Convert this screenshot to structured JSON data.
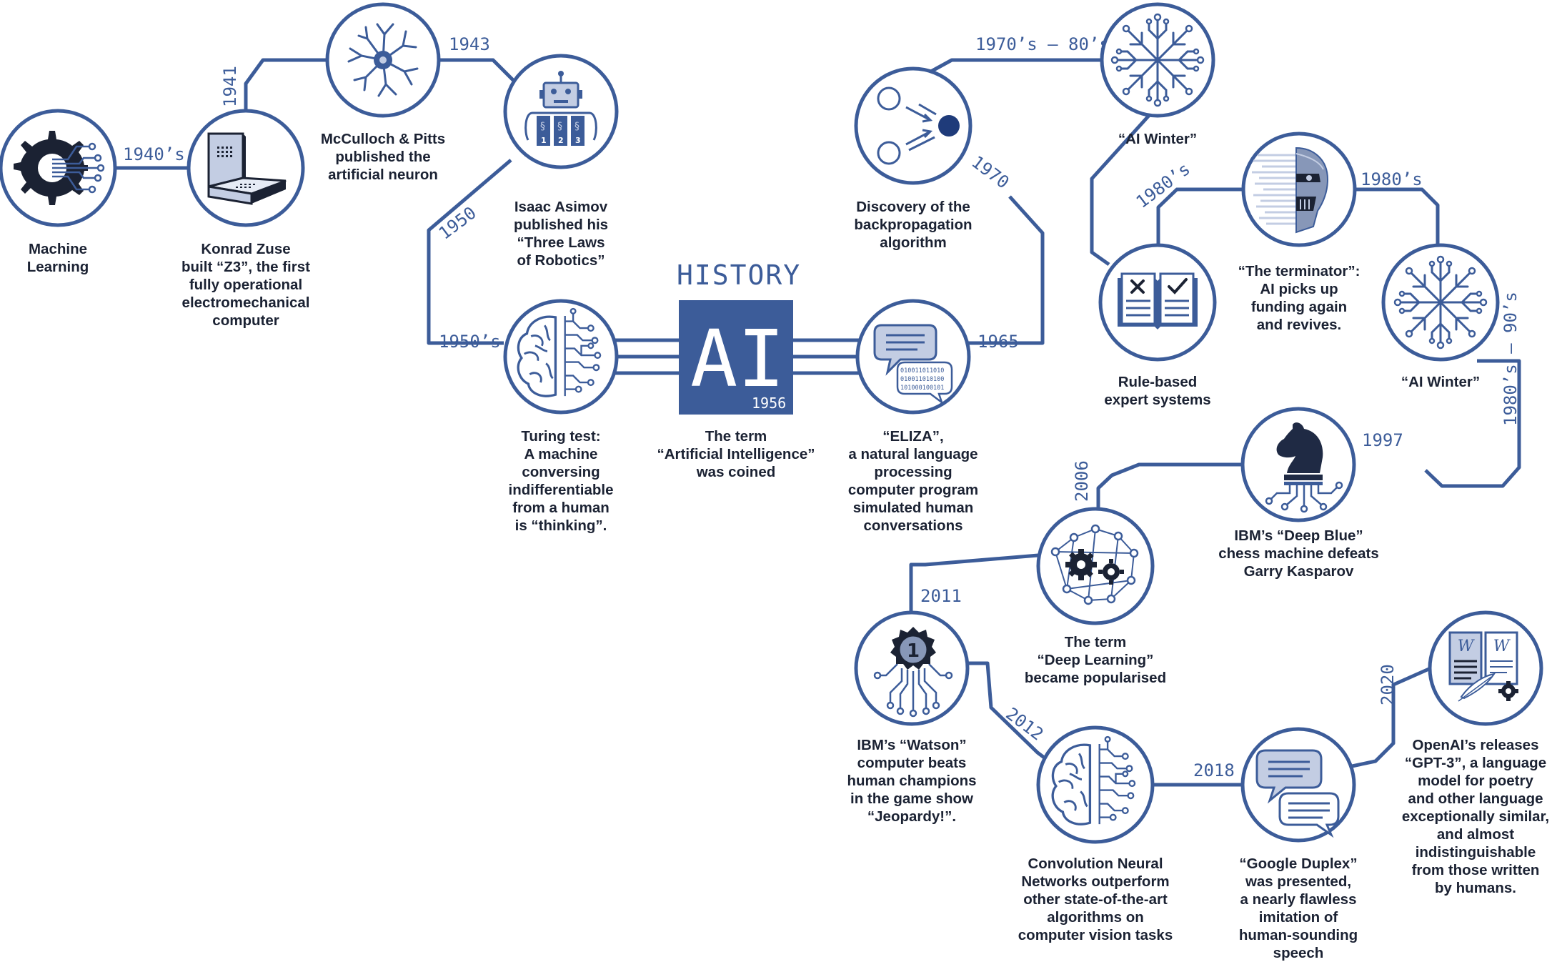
{
  "title": "HISTORY",
  "center": {
    "label": "AI",
    "year": "1956",
    "caption": "The term\n“Artificial Intelligence”\nwas coined"
  },
  "years": {
    "y1940s": "1940’s",
    "y1941": "1941",
    "y1943": "1943",
    "y1950": "1950",
    "y1950s": "1950’s",
    "y1965": "1965",
    "y1970": "1970",
    "y1970s80s": "1970’s – 80’s",
    "y1980s_a": "1980’s",
    "y1980s_b": "1980’s",
    "y1980s90s": "1980’s – 90’s",
    "y1997": "1997",
    "y2006": "2006",
    "y2011": "2011",
    "y2012": "2012",
    "y2018": "2018",
    "y2020": "2020"
  },
  "nodes": {
    "ml": {
      "icon": "gear-circuit-icon",
      "caption": "Machine\nLearning"
    },
    "zuse": {
      "icon": "computer-terminal-icon",
      "caption": "Konrad Zuse\nbuilt “Z3”, the first\nfully operational\nelectromechanical\ncomputer"
    },
    "neuron": {
      "icon": "neuron-icon",
      "caption": "McCulloch & Pitts\npublished the\nartificial neuron"
    },
    "asimov": {
      "icon": "robot-icon",
      "caption": "Isaac Asimov\npublished his\n“Three Laws\nof Robotics”",
      "laws": [
        "1",
        "2",
        "3"
      ]
    },
    "turing": {
      "icon": "brain-circuit-icon",
      "caption": "Turing test:\nA machine\nconversing\nindifferentiable\nfrom a human\nis “thinking”."
    },
    "eliza": {
      "icon": "chat-binary-icon",
      "caption": "“ELIZA”,\na natural language\nprocessing\ncomputer program\nsimulated human\nconversations",
      "binary": [
        "010011011010",
        "010011010100",
        "101000100101"
      ]
    },
    "backprop": {
      "icon": "backpropagation-icon",
      "caption": "Discovery of the\nbackpropagation\nalgorithm"
    },
    "winter1": {
      "icon": "snowflake-circuit-icon",
      "caption": "“AI Winter”"
    },
    "expert": {
      "icon": "book-checkmark-icon",
      "caption": "Rule-based\nexpert systems"
    },
    "terminator": {
      "icon": "terminator-face-icon",
      "caption": "“The terminator”:\nAI picks up\nfunding again\nand revives."
    },
    "winter2": {
      "icon": "snowflake-circuit-icon",
      "caption": "“AI Winter”"
    },
    "deepblue": {
      "icon": "chess-knight-icon",
      "caption": "IBM’s “Deep Blue”\nchess machine defeats\nGarry Kasparov"
    },
    "deeplearning": {
      "icon": "gears-network-icon",
      "caption": "The term\n“Deep Learning”\nbecame popularised"
    },
    "watson": {
      "icon": "medal-circuit-icon",
      "caption": "IBM’s “Watson”\ncomputer beats\nhuman champions\nin the game show\n“Jeopardy!”.",
      "medal": "1"
    },
    "cnn": {
      "icon": "brain-circuit-icon",
      "caption": "Convolution Neural\nNetworks outperform\nother state-of-the-art\nalgorithms on\ncomputer vision tasks"
    },
    "duplex": {
      "icon": "speech-bubbles-icon",
      "caption": "“Google Duplex”\nwas presented,\na nearly flawless\nimitation of\nhuman-sounding\nspeech"
    },
    "gpt3": {
      "icon": "documents-quill-icon",
      "caption": "OpenAI’s releases\n“GPT-3”, a language\nmodel for poetry\nand other language\nexceptionally similar,\nand almost\nindistinguishable\nfrom those written\nby humans."
    }
  },
  "colors": {
    "primary": "#3c5c99",
    "dark": "#1b2233",
    "light": "#c3cde3"
  }
}
